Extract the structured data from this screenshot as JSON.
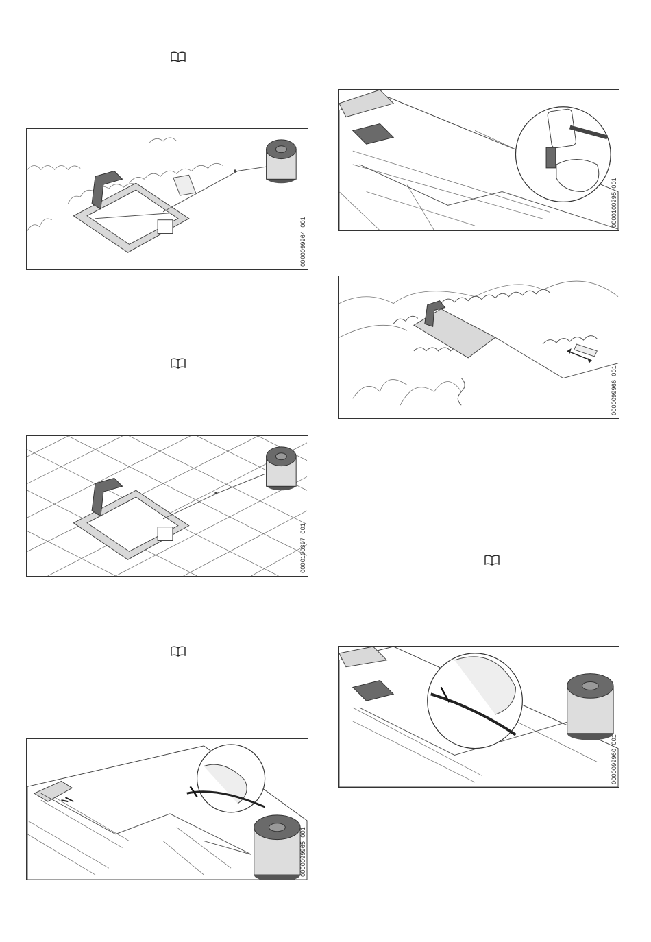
{
  "figures": [
    {
      "id": "0000099964_001"
    },
    {
      "id": "0000100397_001"
    },
    {
      "id": "0000099965_001"
    },
    {
      "id": "0000100295_001"
    },
    {
      "id": "0000099966_001"
    },
    {
      "id": "0000099960_001"
    }
  ],
  "icons": {
    "manual": "book-icon"
  }
}
